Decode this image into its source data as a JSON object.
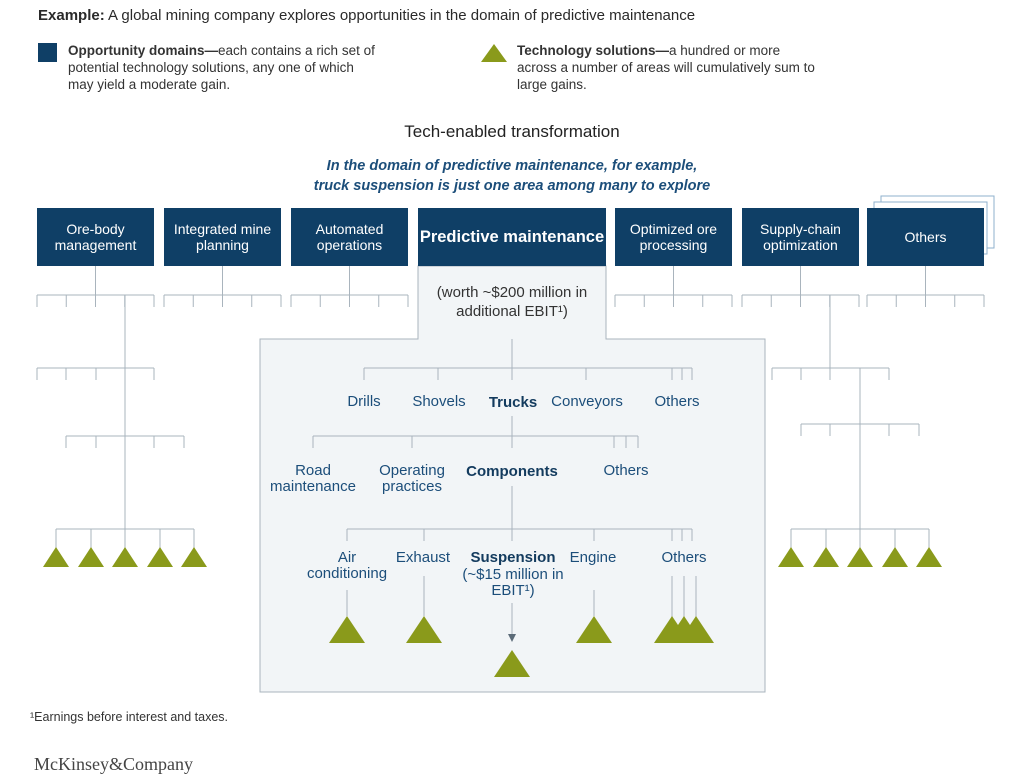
{
  "header": {
    "example_prefix": "Example:",
    "example_text": " A global mining company explores opportunities in the domain of predictive maintenance"
  },
  "legend": {
    "domains_title": "Opportunity domains—",
    "domains_text": "each contains a rich set of potential technology solutions, any one of which may yield a moderate gain.",
    "solutions_title": "Technology solutions—",
    "solutions_text": "a hundred or more across a number of areas will cumulatively sum to large gains.",
    "domain_color": "#0f3f66",
    "solution_color": "#8a9a1b"
  },
  "title": "Tech-enabled transformation",
  "subtitle_line1": "In the domain of predictive maintenance, for example,",
  "subtitle_line2": "truck suspension is just one area among many to explore",
  "domains": [
    {
      "label": "Ore-body management"
    },
    {
      "label": "Integrated mine planning"
    },
    {
      "label": "Automated operations"
    },
    {
      "label": "Predictive maintenance"
    },
    {
      "label": "Optimized ore processing"
    },
    {
      "label": "Supply-chain optimization"
    },
    {
      "label": "Others"
    }
  ],
  "worth": "(worth ~$200 million in additional EBIT¹)",
  "equipment": [
    "Drills",
    "Shovels",
    "Trucks",
    "Conveyors",
    "Others"
  ],
  "truck_areas": [
    "Road maintenance",
    "Operating practices",
    "Components",
    "Others"
  ],
  "components": [
    "Air conditioning",
    "Exhaust",
    "Suspension",
    "Engine",
    "Others"
  ],
  "suspension_value": "(~$15 million in EBIT¹)",
  "footnote": "¹Earnings before interest and taxes.",
  "brand": "McKinsey&Company"
}
